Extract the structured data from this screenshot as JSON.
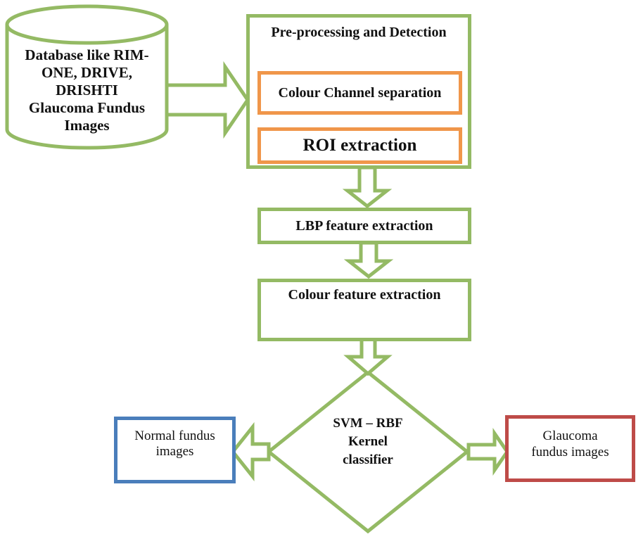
{
  "title": "Glaucoma detection flowchart",
  "colors": {
    "green": "#94ba64",
    "orange": "#f0964a",
    "blue": "#4a7ebb",
    "red": "#be4b48",
    "text": "#111111",
    "background": "#ffffff"
  },
  "nodes": {
    "database": {
      "label": "Database like RIM-\nONE, DRIVE,\nDRISHTI\nGlaucoma Fundus\nImages",
      "shape": "cylinder",
      "border": "green"
    },
    "preprocessing": {
      "title": "Pre-processing and Detection",
      "shape": "rectangle",
      "border": "green",
      "steps": [
        {
          "label": "Colour Channel separation",
          "border": "orange"
        },
        {
          "label": "ROI extraction",
          "border": "orange"
        }
      ]
    },
    "lbp": {
      "label": "LBP feature extraction",
      "shape": "rectangle",
      "border": "green"
    },
    "colour_feature": {
      "label": "Colour feature extraction",
      "shape": "rectangle",
      "border": "green"
    },
    "classifier": {
      "label": "SVM – RBF\nKernel\nclassifier",
      "shape": "diamond",
      "border": "green"
    },
    "normal": {
      "label": "Normal fundus\nimages",
      "shape": "rectangle",
      "border": "blue"
    },
    "glaucoma": {
      "label": "Glaucoma\nfundus images",
      "shape": "rectangle",
      "border": "red"
    }
  },
  "arrows": {
    "database_to_preprocessing": "right",
    "preprocessing_to_lbp": "down",
    "lbp_to_colour_feature": "down",
    "colour_feature_to_classifier": "down",
    "classifier_to_normal": "left",
    "classifier_to_glaucoma": "right"
  }
}
